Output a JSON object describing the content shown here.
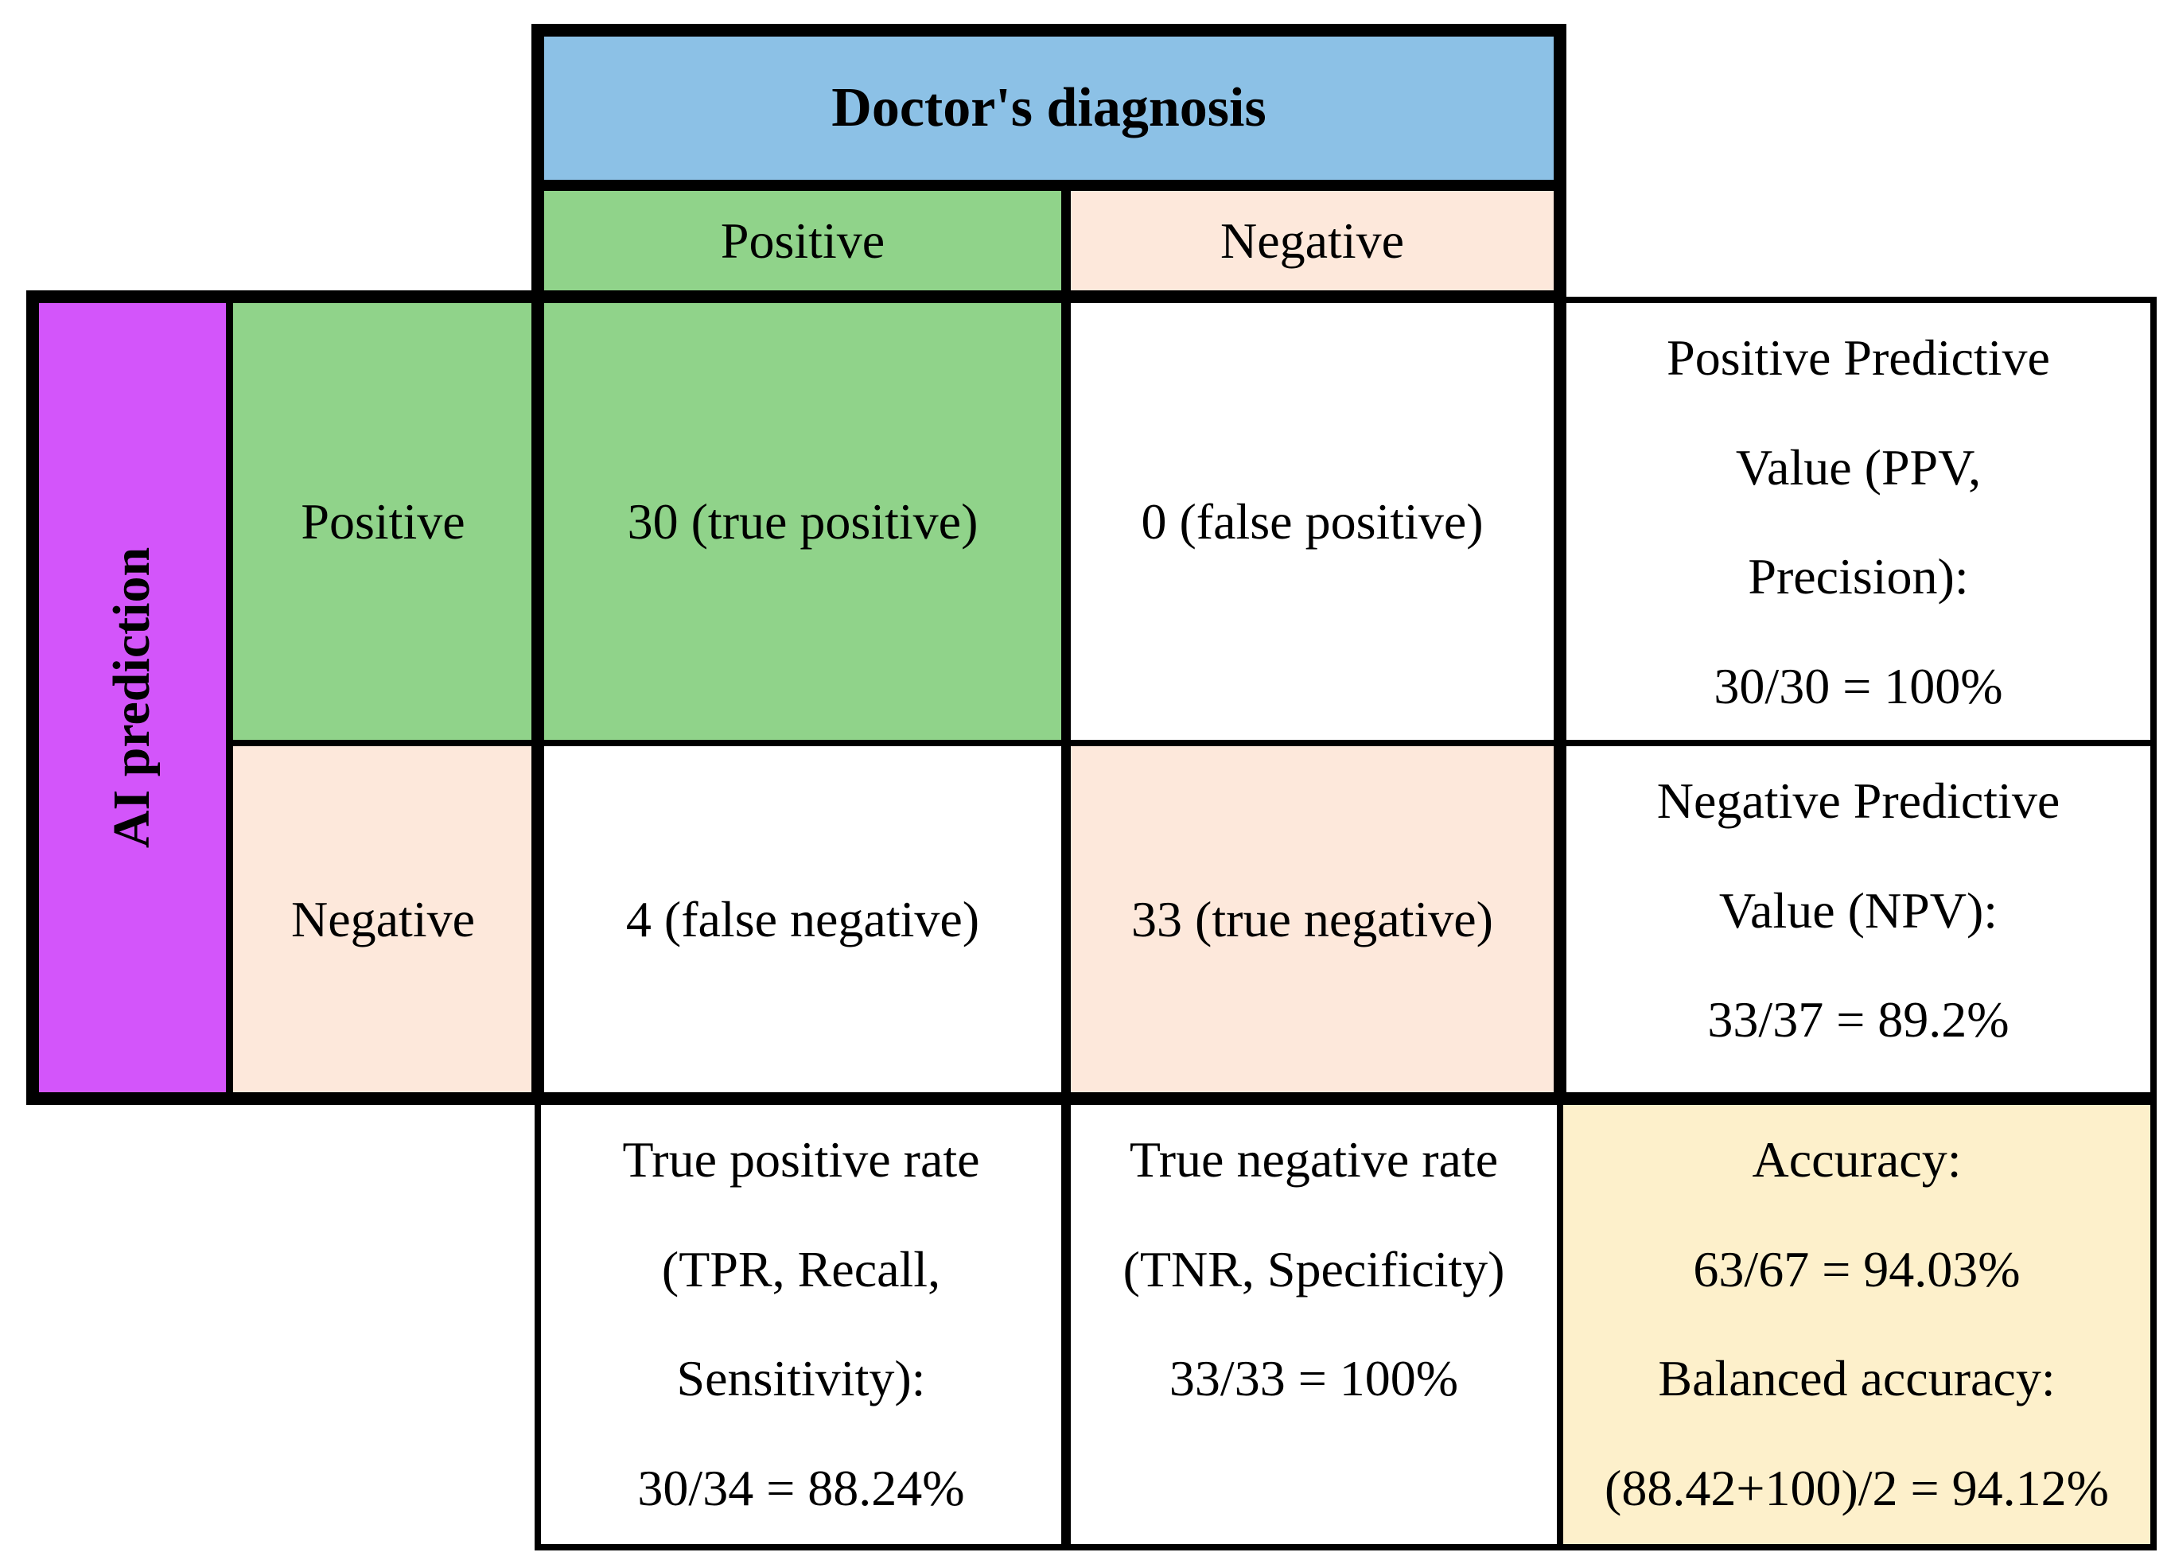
{
  "colors": {
    "header_blue": "#8CC1E6",
    "green": "#90D38A",
    "peach": "#FDE8DB",
    "purple": "#D355FA",
    "yellow": "#FDF0CB",
    "white": "#FFFFFF",
    "border": "#000000"
  },
  "table": {
    "col_axis_title": "Doctor's diagnosis",
    "row_axis_title": "AI prediction",
    "col_headers": {
      "positive": "Positive",
      "negative": "Negative"
    },
    "row_headers": {
      "positive": "Positive",
      "negative": "Negative"
    },
    "cells": {
      "true_positive": "30 (true positive)",
      "false_positive": "0 (false positive)",
      "false_negative": "4 (false negative)",
      "true_negative": "33 (true negative)",
      "ppv": "Positive Predictive\nValue (PPV,\nPrecision):\n30/30 = 100%",
      "npv": "Negative Predictive\nValue (NPV):\n33/37 = 89.2%",
      "tpr": "True positive rate\n(TPR, Recall,\nSensitivity):\n30/34 = 88.24%",
      "tnr": "True negative rate\n(TNR, Specificity)\n33/33 = 100%",
      "accuracy": "Accuracy:\n63/67 = 94.03%\nBalanced accuracy:\n(88.42+100)/2 = 94.12%"
    }
  },
  "chart_data": {
    "type": "table",
    "columns_title": "Doctor's diagnosis",
    "rows_title": "AI prediction",
    "columns": [
      "Positive",
      "Negative"
    ],
    "rows": [
      "Positive",
      "Negative"
    ],
    "matrix": [
      [
        30,
        0
      ],
      [
        4,
        33
      ]
    ],
    "cell_labels": [
      [
        "true positive",
        "false positive"
      ],
      [
        "false negative",
        "true negative"
      ]
    ],
    "metrics": {
      "ppv_precision": "30/30 = 100%",
      "npv": "33/37 = 89.2%",
      "tpr_recall_sensitivity": "30/34 = 88.24%",
      "tnr_specificity": "33/33 = 100%",
      "accuracy": "63/67 = 94.03%",
      "balanced_accuracy": "(88.42+100)/2 = 94.12%"
    }
  }
}
